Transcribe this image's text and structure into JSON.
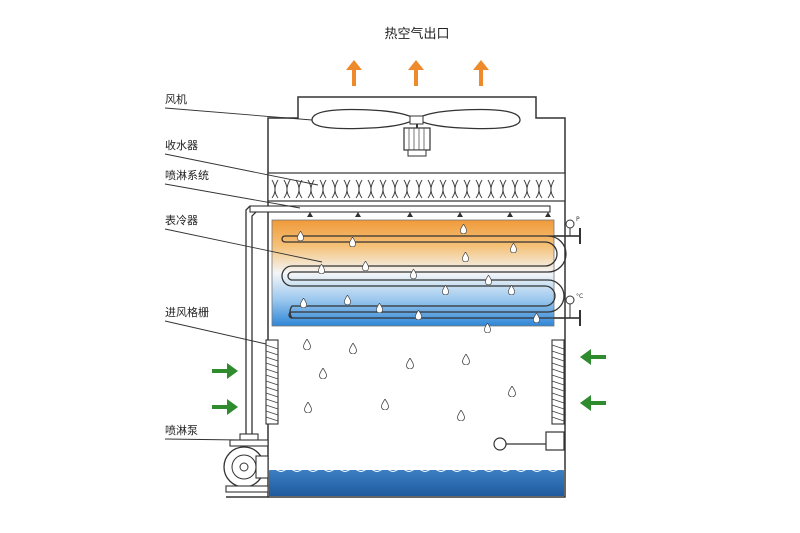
{
  "diagram": {
    "title": "热空气出口",
    "labels": {
      "fan": "风机",
      "eliminator": "收水器",
      "spray_system": "喷淋系统",
      "coil": "表冷器",
      "air_inlet_louver": "进风格栅",
      "spray_pump": "喷淋泵"
    },
    "gauge_labels": {
      "pressure": "P",
      "temperature": "°C"
    },
    "colors": {
      "hot_air_arrow": "#ee8a2c",
      "inlet_air_arrow": "#2e8b2e",
      "coil_top": "#f0a040",
      "coil_bottom": "#3a8fd8",
      "water_basin": "#2a6ab0",
      "outline": "#333333"
    },
    "icons": {
      "hot_air": "up-arrow-icon",
      "inlet_air": "right-arrow-icon",
      "water": "water-drop-icon"
    }
  }
}
